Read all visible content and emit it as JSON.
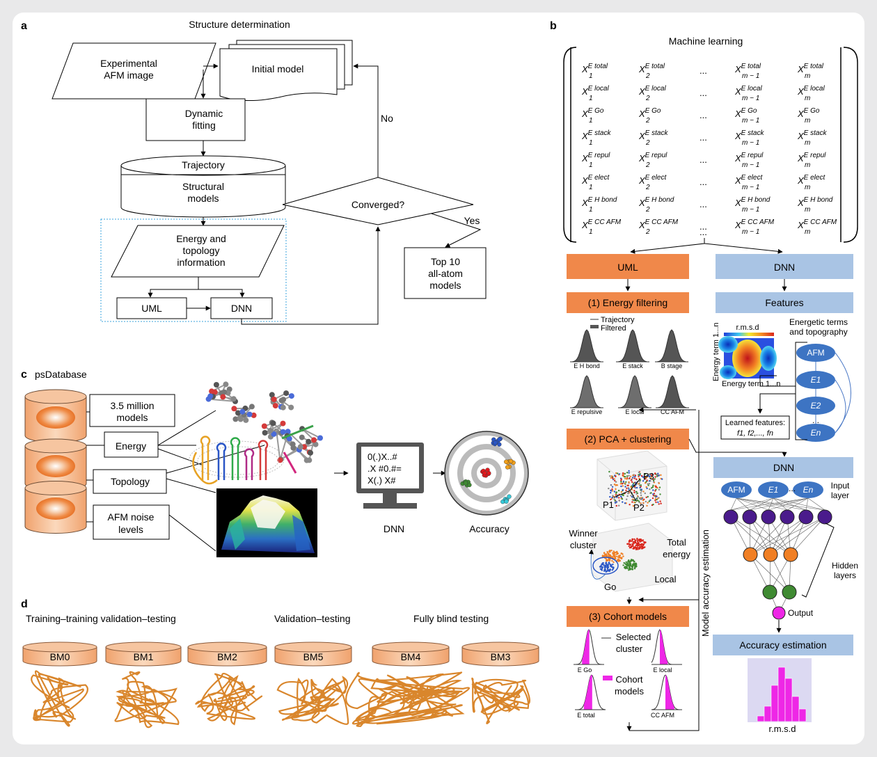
{
  "panels": {
    "a": {
      "letter": "a",
      "title": "Structure determination",
      "afm_image": [
        "Experimental",
        "AFM image"
      ],
      "initial_model": "Initial model",
      "dynamic_fitting": [
        "Dynamic",
        "fitting"
      ],
      "trajectory": "Trajectory",
      "structural_models": [
        "Structural",
        "models"
      ],
      "converged": "Converged?",
      "no": "No",
      "yes": "Yes",
      "top10": [
        "Top 10",
        "all-atom",
        "models"
      ],
      "energy_info": [
        "Energy and",
        "topology",
        "information"
      ],
      "uml": "UML",
      "dnn": "DNN"
    },
    "b": {
      "letter": "b",
      "title": "Machine learning",
      "matrix_cols": [
        "1",
        "2",
        "m − 1",
        "m"
      ],
      "matrix_terms": [
        "total",
        "local",
        "Go",
        "stack",
        "repul",
        "elect",
        "H bond",
        "CC AFM"
      ],
      "ellipsis": "...",
      "uml": "UML",
      "dnn": "DNN",
      "energy_filtering": "(1) Energy filtering",
      "features": "Features",
      "legend_trajectory": "Trajectory",
      "legend_filtered": "Filtered",
      "hist_labels": [
        "E H bond",
        "E stack",
        "B stage",
        "E repulsive",
        "E local",
        "CC AFM"
      ],
      "heatmap_title": "r.m.s.d",
      "heatmap_ylabel": "Energy term 1...n",
      "heatmap_xlabel": "Energy term 1...n",
      "energetic_terms": [
        "Energetic terms",
        "and topography"
      ],
      "feature_nodes": [
        "AFM",
        "E1",
        "E2",
        "...",
        "En"
      ],
      "learned_features": [
        "Learned features:",
        "f1, f2,..., fn"
      ],
      "pca_clustering": "(2) PCA + clustering",
      "pca_axes": [
        "P1",
        "P2",
        "P3"
      ],
      "winner_cluster": [
        "Winner",
        "cluster"
      ],
      "total_energy": [
        "Total",
        "energy"
      ],
      "local": "Local",
      "go": "Go",
      "dnn2": "DNN",
      "input_nodes": [
        "AFM",
        "E1",
        "...",
        "En"
      ],
      "input_layer": [
        "Input",
        "layer"
      ],
      "hidden_layers": [
        "Hidden",
        "layers"
      ],
      "output": "Output",
      "model_accuracy": "Model accuracy estimation",
      "cohort_models": "(3) Cohort models",
      "selected_cluster": [
        "Selected",
        "cluster"
      ],
      "cohort_legend": [
        "Cohort",
        "models"
      ],
      "cohort_labels": [
        "E Go",
        "E local",
        "E total",
        "CC AFM"
      ],
      "accuracy_estimation": "Accuracy estimation",
      "rmsd": "r.m.s.d"
    },
    "c": {
      "letter": "c",
      "title": "psDatabase",
      "million": [
        "3.5 million",
        "models"
      ],
      "energy": "Energy",
      "topology": "Topology",
      "afm_noise": [
        "AFM noise",
        "levels"
      ],
      "screen_text": [
        "0(.)X..#",
        ".X #0.#=",
        "X(.) X#"
      ],
      "dnn": "DNN",
      "accuracy": "Accuracy"
    },
    "d": {
      "letter": "d",
      "group_labels": [
        "Training–training validation–testing",
        "Validation–testing",
        "Fully blind testing"
      ],
      "datasets": [
        "BM0",
        "BM1",
        "BM2",
        "BM5",
        "BM4",
        "BM3"
      ]
    }
  },
  "colors": {
    "orange": "#f0884a",
    "blue": "#a9c4e4",
    "node_blue": "#3d74c3",
    "purple": "#4a1b8c",
    "node_orange": "#f07f24",
    "green": "#3f8a32",
    "magenta": "#ee27e6",
    "db_orange": "#f6c5a0",
    "strand": "#d9862c"
  }
}
